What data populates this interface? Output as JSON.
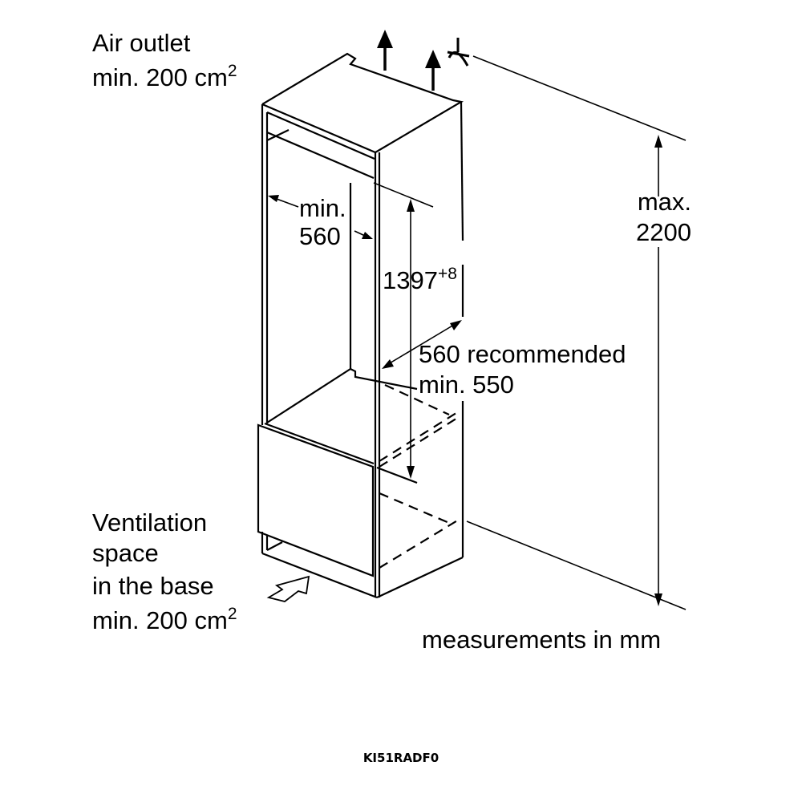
{
  "labels": {
    "air_outlet_line1": "Air outlet",
    "air_outlet_line2": "min. 200 cm",
    "air_outlet_sup": "2",
    "width_line1": "min.",
    "width_line2": "560",
    "height_value": "1397",
    "height_tolerance": "+8",
    "max_line1": "max.",
    "max_line2": "2200",
    "depth_line1": "560 recommended",
    "depth_line2": "min. 550",
    "vent_line1": "Ventilation",
    "vent_line2": "space",
    "vent_line3": "in the base",
    "vent_line4": "min. 200 cm",
    "vent_sup": "2",
    "units": "measurements in mm",
    "model": "KI51RADF0"
  }
}
